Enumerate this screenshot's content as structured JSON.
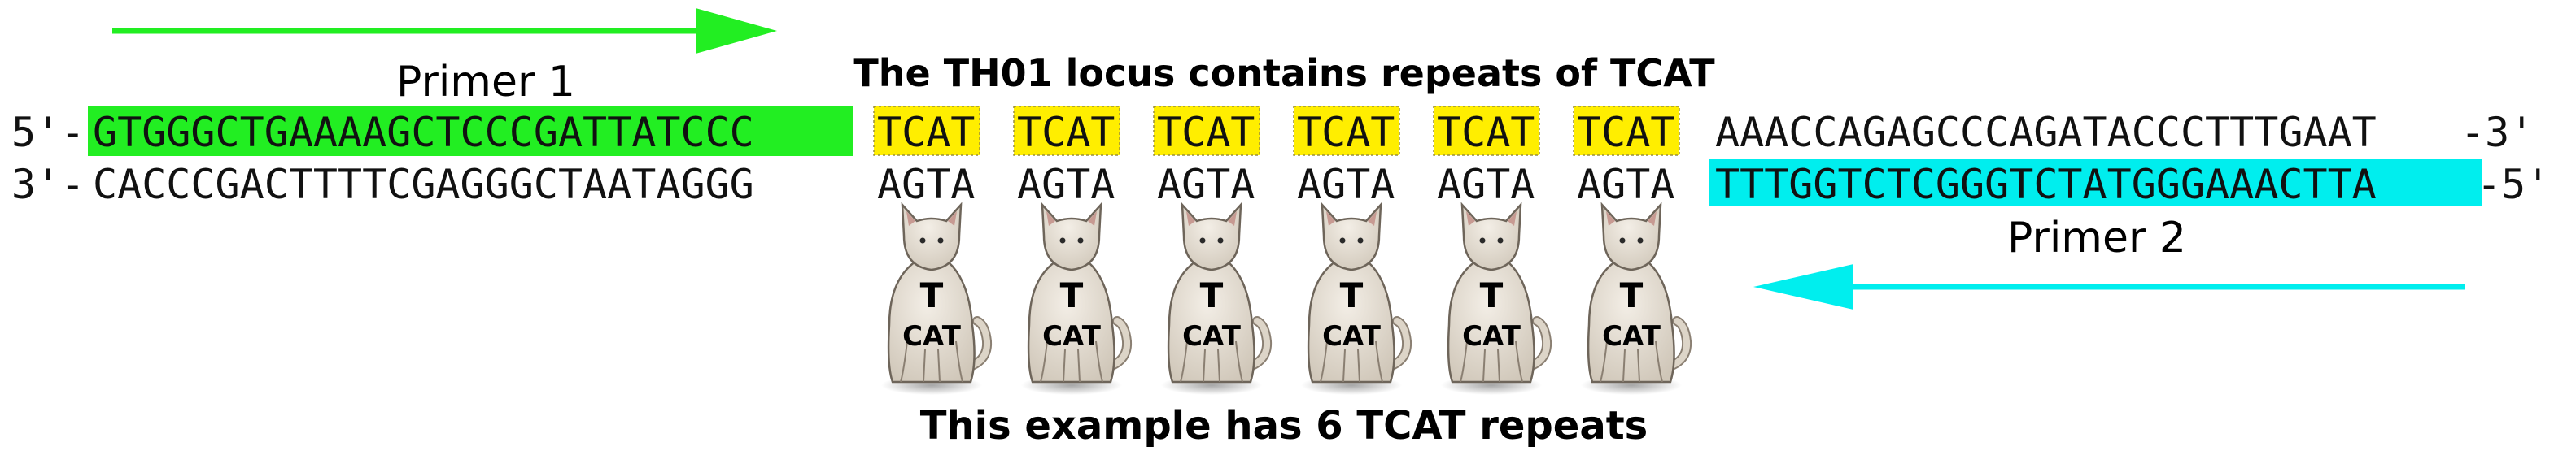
{
  "title": "The TH01 locus contains repeats of TCAT",
  "caption": "This example has 6 TCAT repeats",
  "primer1": {
    "label": "Primer 1",
    "color": "#22ee22"
  },
  "primer2": {
    "label": "Primer 2",
    "color": "#00eeee"
  },
  "repeat_highlight_color": "#ffee00",
  "top_strand": {
    "prefix": "5'-",
    "primer_seq": "GTGGGCTGAAAAGCTCCCGATTATCCC",
    "repeats": [
      "TCAT",
      "TCAT",
      "TCAT",
      "TCAT",
      "TCAT",
      "TCAT"
    ],
    "tail": "AAACCAGAGCCCAGATACCCTTTGAAT",
    "suffix": "-3'"
  },
  "bottom_strand": {
    "prefix": "3'-",
    "seq": "CACCCGACTTTTCGAGGGCTAATAGGG",
    "repeats": [
      "AGTA",
      "AGTA",
      "AGTA",
      "AGTA",
      "AGTA",
      "AGTA"
    ],
    "primer_seq": "TTTGGTCTCGGGTCTATGGGAAACTTA",
    "suffix": "-5'"
  },
  "cats": [
    {
      "top": "T",
      "bottom": "CAT"
    },
    {
      "top": "T",
      "bottom": "CAT"
    },
    {
      "top": "T",
      "bottom": "CAT"
    },
    {
      "top": "T",
      "bottom": "CAT"
    },
    {
      "top": "T",
      "bottom": "CAT"
    },
    {
      "top": "T",
      "bottom": "CAT"
    }
  ]
}
